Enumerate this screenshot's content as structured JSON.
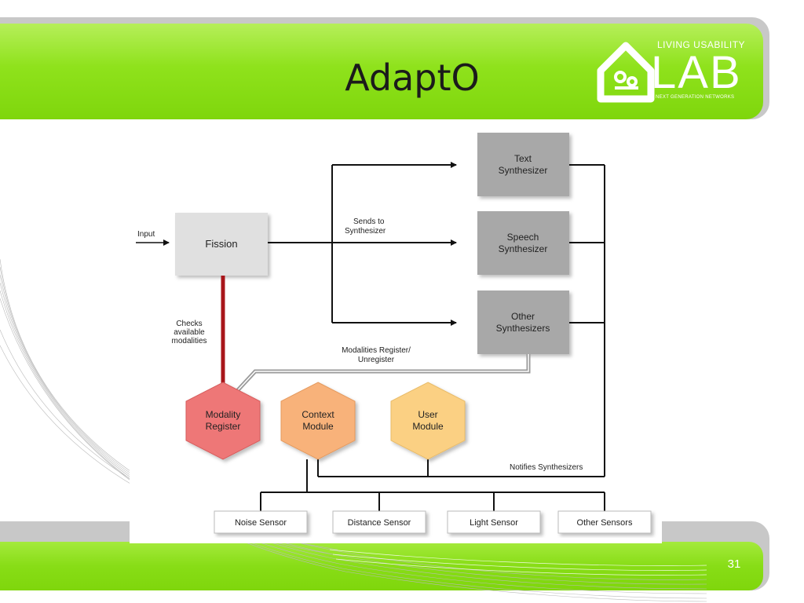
{
  "slide": {
    "title": "AdaptO",
    "page_number": "31"
  },
  "logo": {
    "top_text": "LIVING USABILITY",
    "main_text": "LAB",
    "sub_text": "NEXT GENERATION NETWORKS",
    "icon": "house-icon"
  },
  "colors": {
    "green": "#7fd60c",
    "modality_register": "#ee7777",
    "context_module": "#f8b27a",
    "user_module": "#fbd083",
    "synth_box": "#a8a8a8",
    "fission_box": "#e0e0e0",
    "check_line": "#a8151a"
  },
  "diagram": {
    "input_label": "Input",
    "fission": "Fission",
    "text_synth": [
      "Text",
      "Synthesizer"
    ],
    "speech_synth": [
      "Speech",
      "Synthesizer"
    ],
    "other_synth": [
      "Other",
      "Synthesizers"
    ],
    "sends_to": [
      "Sends to",
      "Synthesizer"
    ],
    "checks": [
      "Checks",
      "available",
      "modalities"
    ],
    "mod_register_label": [
      "Modalities Register/",
      "Unregister"
    ],
    "modality_register": [
      "Modality",
      "Register"
    ],
    "context_module": [
      "Context",
      "Module"
    ],
    "user_module": [
      "User",
      "Module"
    ],
    "notifies": "Notifies Synthesizers",
    "sensors": [
      "Noise Sensor",
      "Distance Sensor",
      "Light Sensor",
      "Other Sensors"
    ]
  }
}
